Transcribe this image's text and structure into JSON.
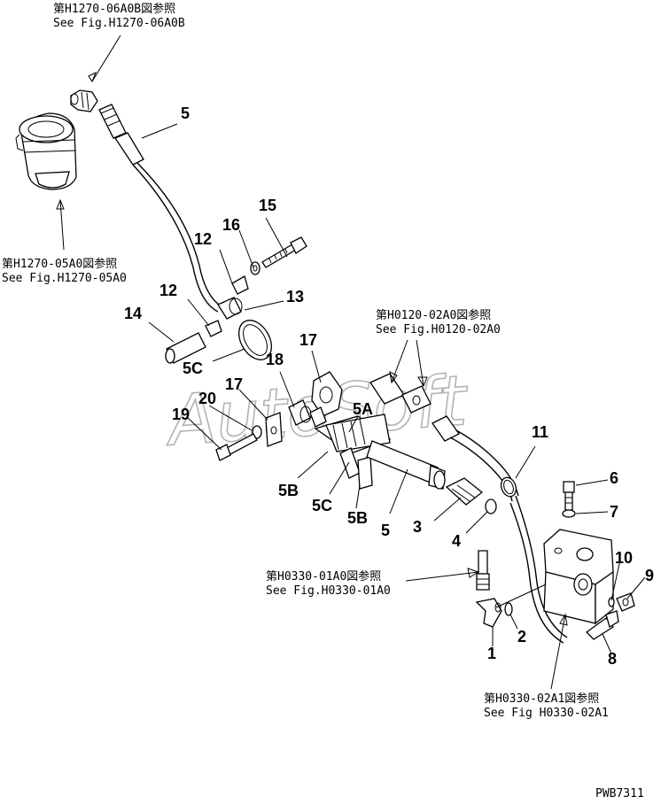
{
  "references": [
    {
      "jp": "第H1270-06A0B図参照",
      "en": "See Fig.H1270-06A0B"
    },
    {
      "jp": "第H1270-05A0図参照",
      "en": "See Fig.H1270-05A0"
    },
    {
      "jp": "第H0120-02A0図参照",
      "en": "See Fig.H0120-02A0"
    },
    {
      "jp": "第H0330-01A0図参照",
      "en": "See Fig.H0330-01A0"
    },
    {
      "jp": "第H0330-02A1図参照",
      "en": "See Fig H0330-02A1"
    }
  ],
  "callouts": [
    "5",
    "15",
    "16",
    "12",
    "12",
    "13",
    "14",
    "5C",
    "17",
    "18",
    "17",
    "20",
    "19",
    "5A",
    "5B",
    "5C",
    "5B",
    "5",
    "11",
    "6",
    "7",
    "3",
    "4",
    "10",
    "9",
    "2",
    "1",
    "8"
  ],
  "watermark": "AutoSoft",
  "drawing_code": "PWB7311"
}
